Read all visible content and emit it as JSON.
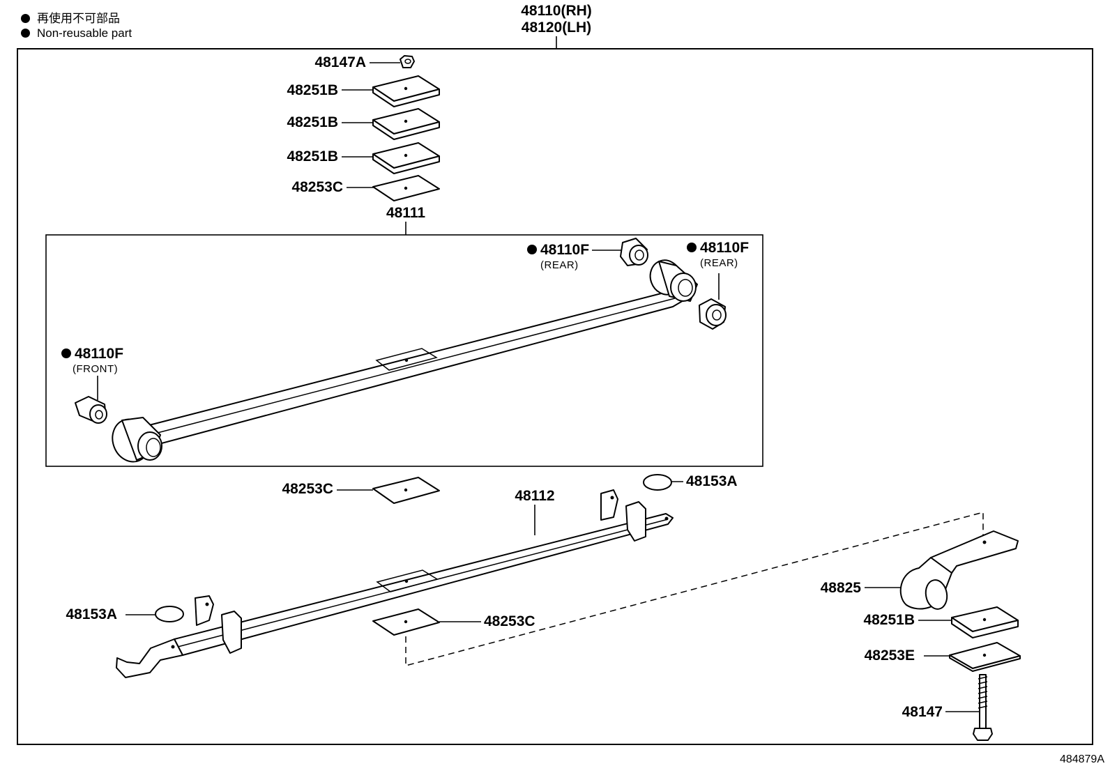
{
  "legend": {
    "jp": "再使用不可部品",
    "en": "Non-reusable part"
  },
  "assembly": {
    "rh": "48110(RH)",
    "lh": "48120(LH)"
  },
  "subassembly": "48111",
  "labels": {
    "nut": "48147A",
    "spacer1": "48251B",
    "spacer2": "48251B",
    "spacer3": "48251B",
    "insert_top": "48253C",
    "bush_rear_a": "48110F",
    "bush_rear_b": "48110F",
    "bush_front": "48110F",
    "insert_mid": "48253C",
    "leaf2": "48112",
    "clip_pad_r": "48153A",
    "clip_pad_l": "48153A",
    "insert_low": "48253C",
    "bracket": "48825",
    "spacer_low": "48251B",
    "insert_e": "48253E",
    "bolt": "48147"
  },
  "notes": {
    "rear_a": "(REAR)",
    "rear_b": "(REAR)",
    "front": "(FRONT)"
  },
  "ref_code": "484879A",
  "icons": [
    "filled-dot-icon"
  ]
}
